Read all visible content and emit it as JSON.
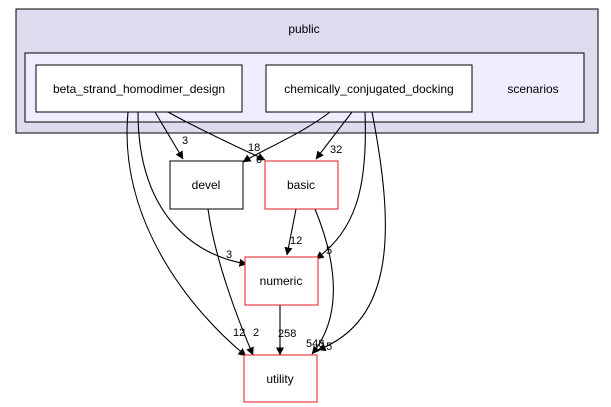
{
  "clusters": {
    "outer": {
      "label": "public",
      "fill": "#dcdcee",
      "stroke": "#000000"
    },
    "inner": {
      "label": "scenarios",
      "fill": "#eeeeff",
      "stroke": "#000000"
    }
  },
  "nodes": {
    "beta": {
      "label": "beta_strand_homodimer_design",
      "stroke": "#000000"
    },
    "chem": {
      "label": "chemically_conjugated_docking",
      "stroke": "#000000"
    },
    "devel": {
      "label": "devel",
      "stroke": "#000000"
    },
    "basic": {
      "label": "basic",
      "stroke": "#e41a1c"
    },
    "numeric": {
      "label": "numeric",
      "stroke": "#e41a1c"
    },
    "utility": {
      "label": "utility",
      "stroke": "#e41a1c"
    }
  },
  "edges": [
    {
      "id": "beta-devel",
      "from": "beta",
      "to": "devel",
      "label": "3"
    },
    {
      "id": "beta-basic",
      "from": "beta",
      "to": "basic",
      "label": "18"
    },
    {
      "id": "beta-numeric",
      "from": "beta",
      "to": "numeric",
      "label": "3"
    },
    {
      "id": "beta-utility",
      "from": "beta",
      "to": "utility",
      "label": "12"
    },
    {
      "id": "chem-devel",
      "from": "chem",
      "to": "devel",
      "label": "6"
    },
    {
      "id": "chem-basic",
      "from": "chem",
      "to": "basic",
      "label": "32"
    },
    {
      "id": "chem-numeric",
      "from": "chem",
      "to": "numeric",
      "label": "5"
    },
    {
      "id": "chem-utility",
      "from": "chem",
      "to": "utility",
      "label": "15"
    },
    {
      "id": "devel-utility",
      "from": "devel",
      "to": "utility",
      "label": "2"
    },
    {
      "id": "basic-numeric",
      "from": "basic",
      "to": "numeric",
      "label": "12"
    },
    {
      "id": "basic-utility",
      "from": "basic",
      "to": "utility",
      "label": "548"
    },
    {
      "id": "numeric-utility",
      "from": "numeric",
      "to": "utility",
      "label": "258"
    }
  ]
}
